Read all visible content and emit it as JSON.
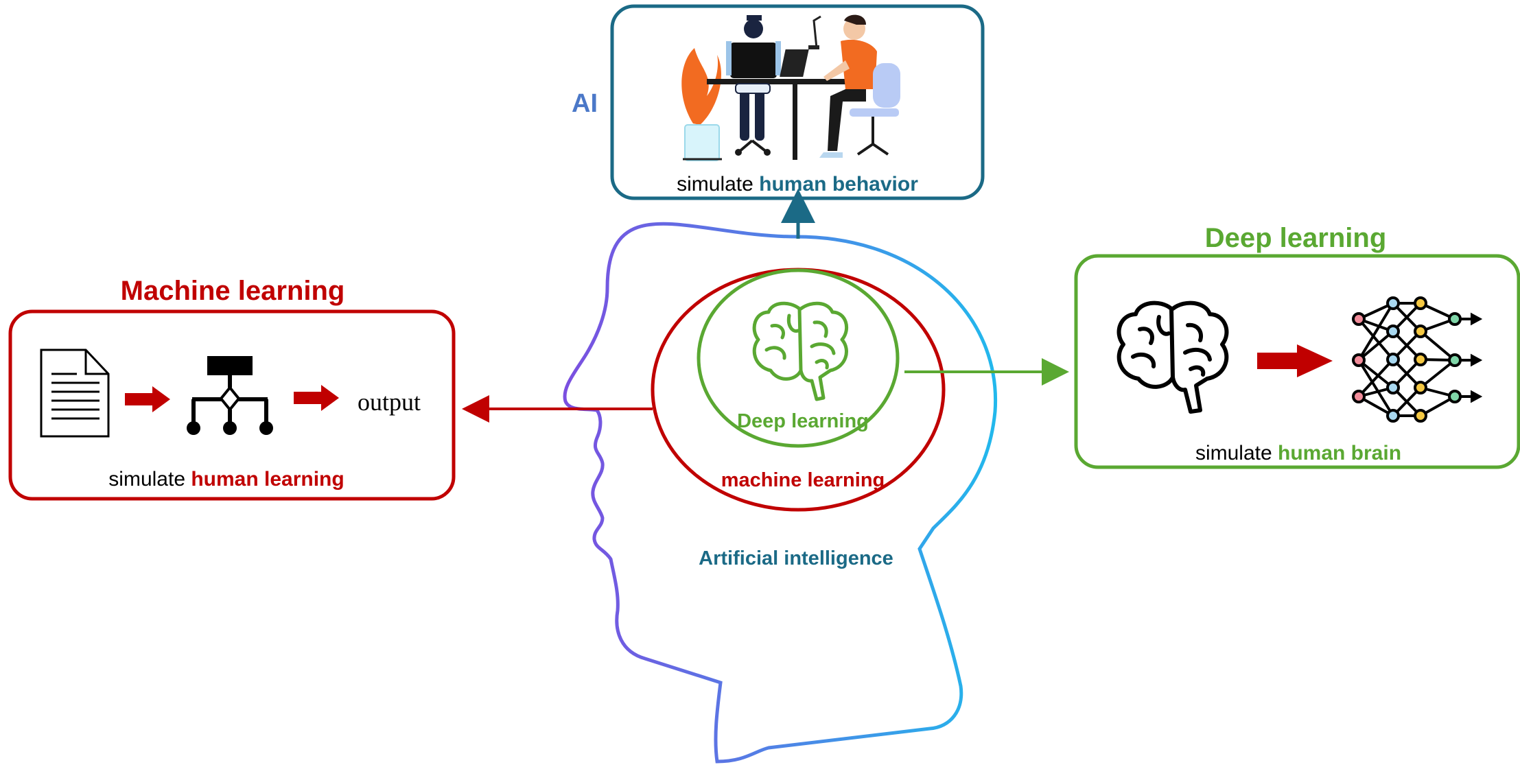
{
  "colors": {
    "ai": "#1b6a86",
    "ai_label": "#4b78c8",
    "ml": "#c00000",
    "dl": "#5aa832",
    "head_start": "#7b4fe0",
    "head_end": "#22b8ec",
    "ink": "#000000"
  },
  "ai_box": {
    "label": "AI",
    "caption_plain": "simulate ",
    "caption_bold": "human behavior",
    "illustration": "robot-and-human-at-desk"
  },
  "ml_box": {
    "title": "Machine learning",
    "caption_plain": "simulate ",
    "caption_bold": "human learning",
    "output_label": "output",
    "icons": [
      "document-icon",
      "arrow-right-icon",
      "decision-tree-icon",
      "arrow-right-icon"
    ]
  },
  "dl_box": {
    "title": "Deep learning",
    "caption_plain": "simulate ",
    "caption_bold": "human brain",
    "icons": [
      "brain-outline-icon",
      "arrow-right-icon",
      "neural-network-icon"
    ]
  },
  "head": {
    "outer_label": "Artificial intelligence",
    "middle_label": "machine learning",
    "inner_label": "Deep learning",
    "inner_icon": "brain-icon"
  }
}
